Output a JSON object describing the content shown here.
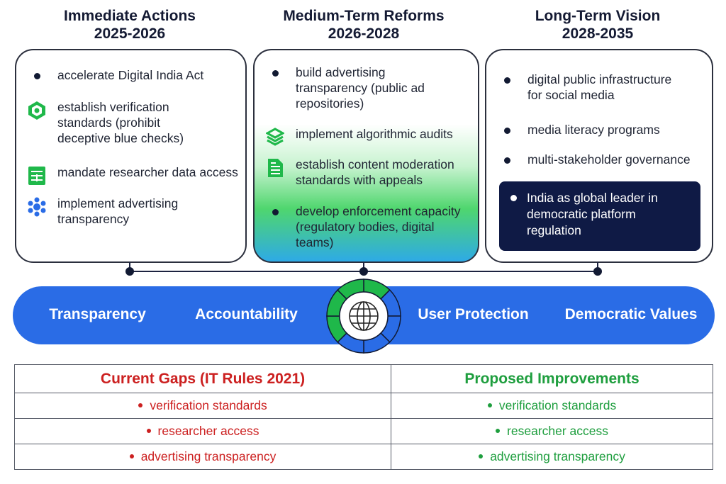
{
  "columns": [
    {
      "title": "Immediate Actions",
      "years": "2025-2026",
      "items": [
        {
          "icon": "bullet",
          "text": "accelerate Digital India Act"
        },
        {
          "icon": "hexagon-badge-icon",
          "text": "establish verification standards (prohibit deceptive blue checks)"
        },
        {
          "icon": "spreadsheet-icon",
          "text": "mandate researcher data access"
        },
        {
          "icon": "network-cluster-icon",
          "text": "implement advertising transparency"
        }
      ]
    },
    {
      "title": "Medium-Term Reforms",
      "years": "2026-2028",
      "items": [
        {
          "icon": "bullet",
          "text": "build advertising transparency (public ad repositories)"
        },
        {
          "icon": "layers-icon",
          "text": "implement algorithmic audits"
        },
        {
          "icon": "document-icon",
          "text": "establish content moderation standards with appeals"
        },
        {
          "icon": "bullet",
          "text": "develop enforcement capacity (regulatory bodies, digital teams)"
        }
      ]
    },
    {
      "title": "Long-Term Vision",
      "years": "2028-2035",
      "items": [
        {
          "icon": "bullet",
          "text": "digital public infrastructure for social media"
        },
        {
          "icon": "bullet",
          "text": "media literacy programs"
        },
        {
          "icon": "bullet",
          "text": "multi-stakeholder governance"
        },
        {
          "icon": "bullet",
          "text": "India as global leader in democratic platform regulation"
        }
      ]
    }
  ],
  "values": [
    "Transparency",
    "Accountability",
    "User Protection",
    "Democratic Values"
  ],
  "center_icon": "globe-icon",
  "comparison": {
    "gaps_header": "Current Gaps (IT Rules 2021)",
    "improvements_header": "Proposed Improvements",
    "gaps": [
      "verification standards",
      "researcher access",
      "advertising transparency"
    ],
    "improvements": [
      "verification standards",
      "researcher access",
      "advertising transparency"
    ]
  },
  "colors": {
    "blue": "#2a6ce6",
    "navy": "#0f1a45",
    "green": "#1fb84a",
    "red": "#cc2020"
  }
}
